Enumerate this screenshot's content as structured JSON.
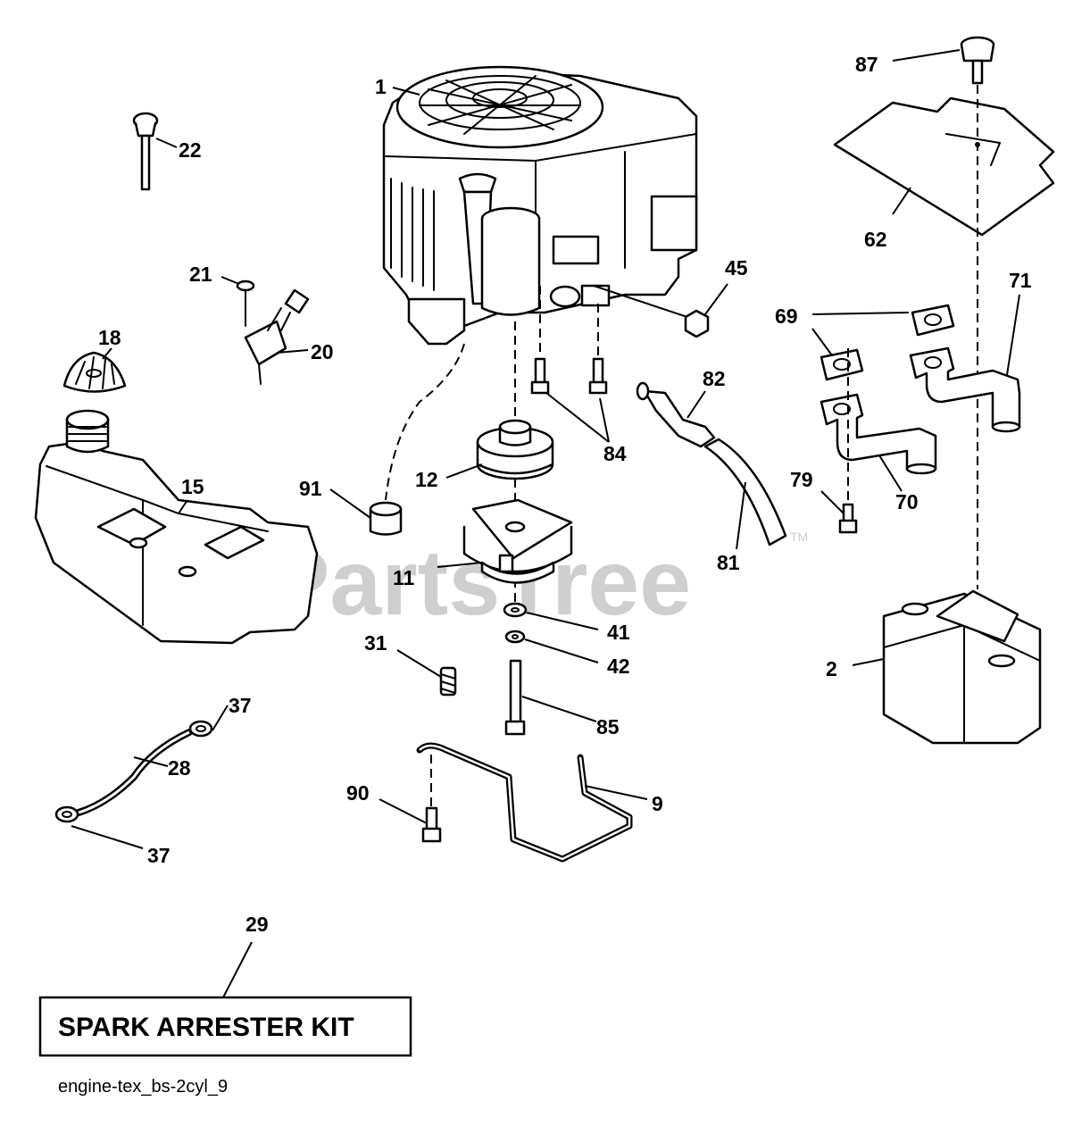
{
  "watermark": {
    "text": "PartsTree",
    "trademark": "TM"
  },
  "callouts": [
    {
      "id": "label-1",
      "number": "1"
    },
    {
      "id": "label-2",
      "number": "2"
    },
    {
      "id": "label-9",
      "number": "9"
    },
    {
      "id": "label-11",
      "number": "11"
    },
    {
      "id": "label-12",
      "number": "12"
    },
    {
      "id": "label-15",
      "number": "15"
    },
    {
      "id": "label-18",
      "number": "18"
    },
    {
      "id": "label-20",
      "number": "20"
    },
    {
      "id": "label-21",
      "number": "21"
    },
    {
      "id": "label-22",
      "number": "22"
    },
    {
      "id": "label-28",
      "number": "28"
    },
    {
      "id": "label-29",
      "number": "29"
    },
    {
      "id": "label-31",
      "number": "31"
    },
    {
      "id": "label-37a",
      "number": "37"
    },
    {
      "id": "label-37b",
      "number": "37"
    },
    {
      "id": "label-41",
      "number": "41"
    },
    {
      "id": "label-42",
      "number": "42"
    },
    {
      "id": "label-45",
      "number": "45"
    },
    {
      "id": "label-62",
      "number": "62"
    },
    {
      "id": "label-69",
      "number": "69"
    },
    {
      "id": "label-70",
      "number": "70"
    },
    {
      "id": "label-71",
      "number": "71"
    },
    {
      "id": "label-79",
      "number": "79"
    },
    {
      "id": "label-81",
      "number": "81"
    },
    {
      "id": "label-82",
      "number": "82"
    },
    {
      "id": "label-84",
      "number": "84"
    },
    {
      "id": "label-85",
      "number": "85"
    },
    {
      "id": "label-87",
      "number": "87"
    },
    {
      "id": "label-90",
      "number": "90"
    },
    {
      "id": "label-91",
      "number": "91"
    }
  ],
  "kit_box": {
    "label": "SPARK ARRESTER KIT"
  },
  "reference": {
    "code": "engine-tex_bs-2cyl_9"
  }
}
